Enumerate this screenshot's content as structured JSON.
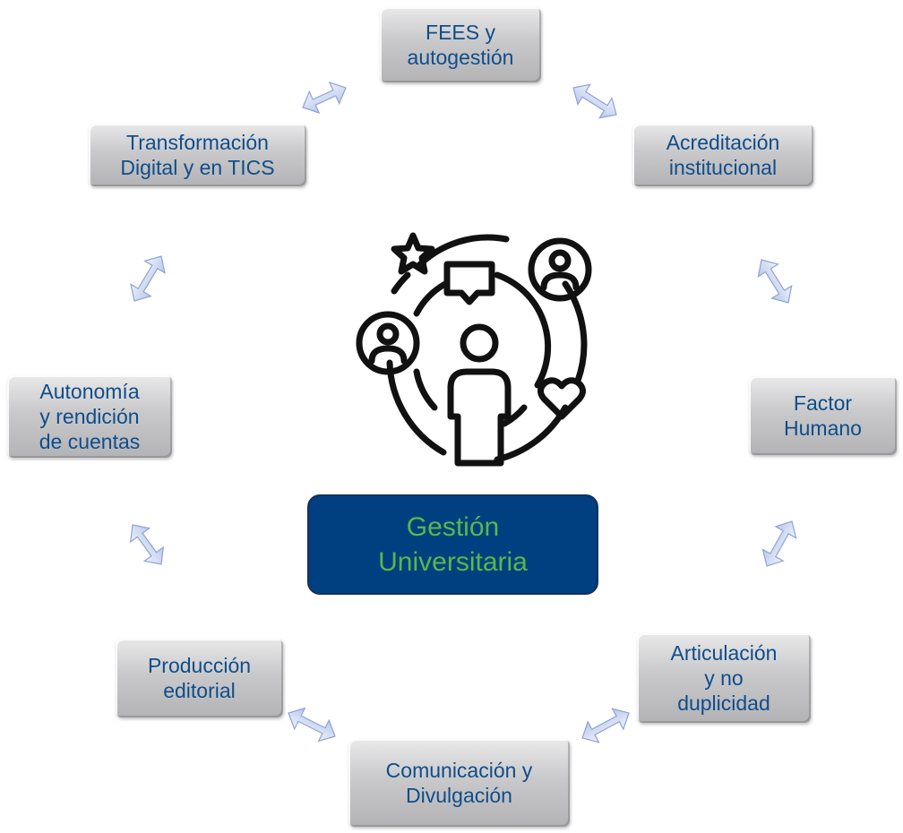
{
  "diagram": {
    "center_label": "Gestión\nUniversitaria",
    "nodes": [
      {
        "id": "fees",
        "label": "FEES y\nautogestión"
      },
      {
        "id": "acreditacion",
        "label": "Acreditación\ninstitucional"
      },
      {
        "id": "factor-humano",
        "label": "Factor\nHumano"
      },
      {
        "id": "articulacion",
        "label": "Articulación\ny no\nduplicidad"
      },
      {
        "id": "comunicacion",
        "label": "Comunicación y\nDivulgación"
      },
      {
        "id": "produccion",
        "label": "Producción\neditorial"
      },
      {
        "id": "autonomia",
        "label": "Autonomía\ny rendición\nde cuentas"
      },
      {
        "id": "transformacion",
        "label": "Transformación\nDigital y en TICS"
      }
    ],
    "colors": {
      "node_text": "#0f4d8a",
      "center_fill": "#004080",
      "center_text": "#58b84a",
      "arrow_fill": "#d4ddf0",
      "arrow_stroke": "#8ea3d6",
      "icon": "#111111"
    },
    "icon": "people-network-icon"
  }
}
